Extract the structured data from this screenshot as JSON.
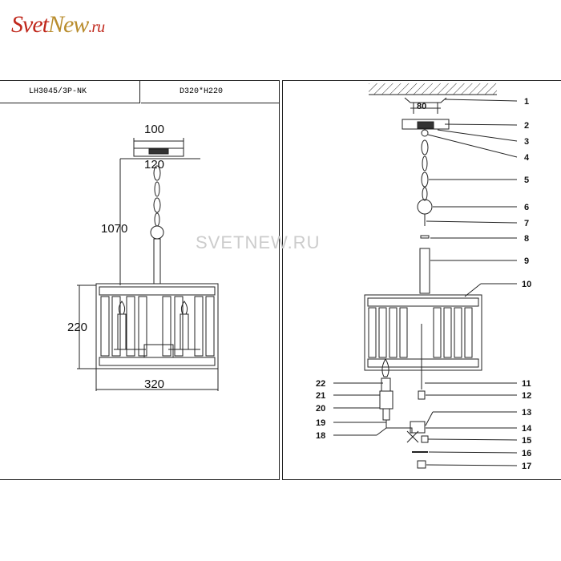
{
  "logo": {
    "part1": "Svet",
    "part2": "New",
    "part3": ".ru"
  },
  "header": {
    "model": "LH3045/3P-NK",
    "dimensions": "D320*H220"
  },
  "watermark": "SVETNEW.RU",
  "dimensions": {
    "canopy_top": "100",
    "canopy_bottom": "120",
    "total_height": "1070",
    "shade_height": "220",
    "shade_width": "320",
    "mount_spacing": "80"
  },
  "parts": [
    "1",
    "2",
    "3",
    "4",
    "5",
    "6",
    "7",
    "8",
    "9",
    "10",
    "11",
    "12",
    "13",
    "14",
    "15",
    "16",
    "17",
    "18",
    "19",
    "20",
    "21",
    "22"
  ]
}
